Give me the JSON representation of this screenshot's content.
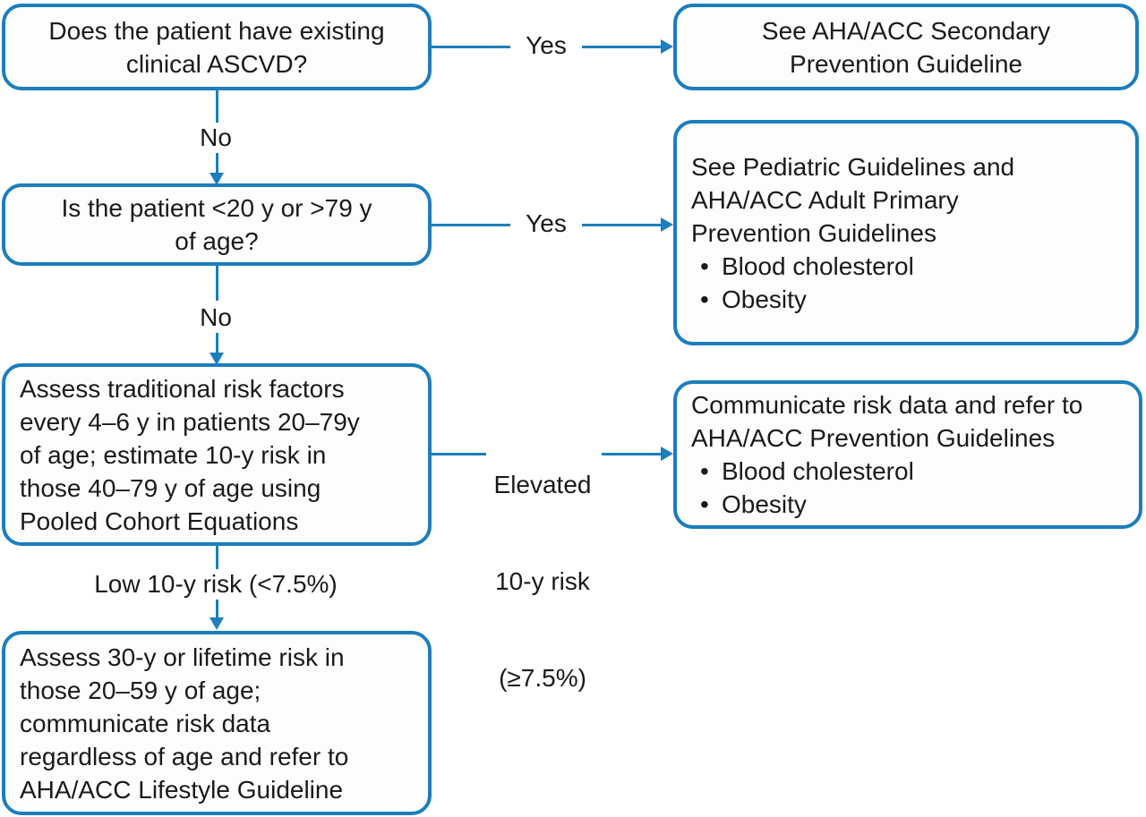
{
  "diagram": {
    "title": "ASCVD Risk Assessment Flowchart",
    "accent_color": "#1b7ebd",
    "text_color": "#1a1a1a",
    "background_color": "#ffffff"
  },
  "nodes": {
    "ascvd_question": {
      "lines": [
        "Does the patient have existing",
        "clinical ASCVD?"
      ]
    },
    "secondary_prevention": {
      "lines": [
        "See AHA/ACC Secondary",
        "Prevention Guideline"
      ]
    },
    "age_question": {
      "lines": [
        "Is the patient <20 y or >79 y",
        "of age?"
      ]
    },
    "pediatric_adult_primary": {
      "lines": [
        "See Pediatric Guidelines and",
        "AHA/ACC Adult Primary",
        "Prevention Guidelines"
      ],
      "bullets": [
        "Blood cholesterol",
        "Obesity"
      ]
    },
    "assess_traditional": {
      "lines": [
        "Assess traditional risk factors",
        "every 4–6 y in patients 20–79y",
        "of age; estimate 10-y risk in",
        "those 40–79 y of age using",
        "Pooled Cohort Equations"
      ]
    },
    "communicate_refer": {
      "lines": [
        "Communicate risk data and refer to",
        "AHA/ACC Prevention Guidelines"
      ],
      "bullets": [
        "Blood cholesterol",
        "Obesity"
      ]
    },
    "assess_lifetime": {
      "lines": [
        "Assess 30-y or lifetime risk in",
        "those 20–59 y of age;",
        "communicate risk data",
        "regardless of age and refer to",
        "AHA/ACC Lifestyle Guideline"
      ]
    }
  },
  "edges": {
    "ascvd_yes": {
      "label": "Yes"
    },
    "ascvd_no": {
      "label": "No"
    },
    "age_yes": {
      "label": "Yes"
    },
    "age_no": {
      "label": "No"
    },
    "elevated_risk": {
      "lines": [
        "Elevated",
        "10-y risk",
        "(≥7.5%)"
      ]
    },
    "low_risk": {
      "label": "Low 10-y risk (<7.5%)"
    }
  }
}
